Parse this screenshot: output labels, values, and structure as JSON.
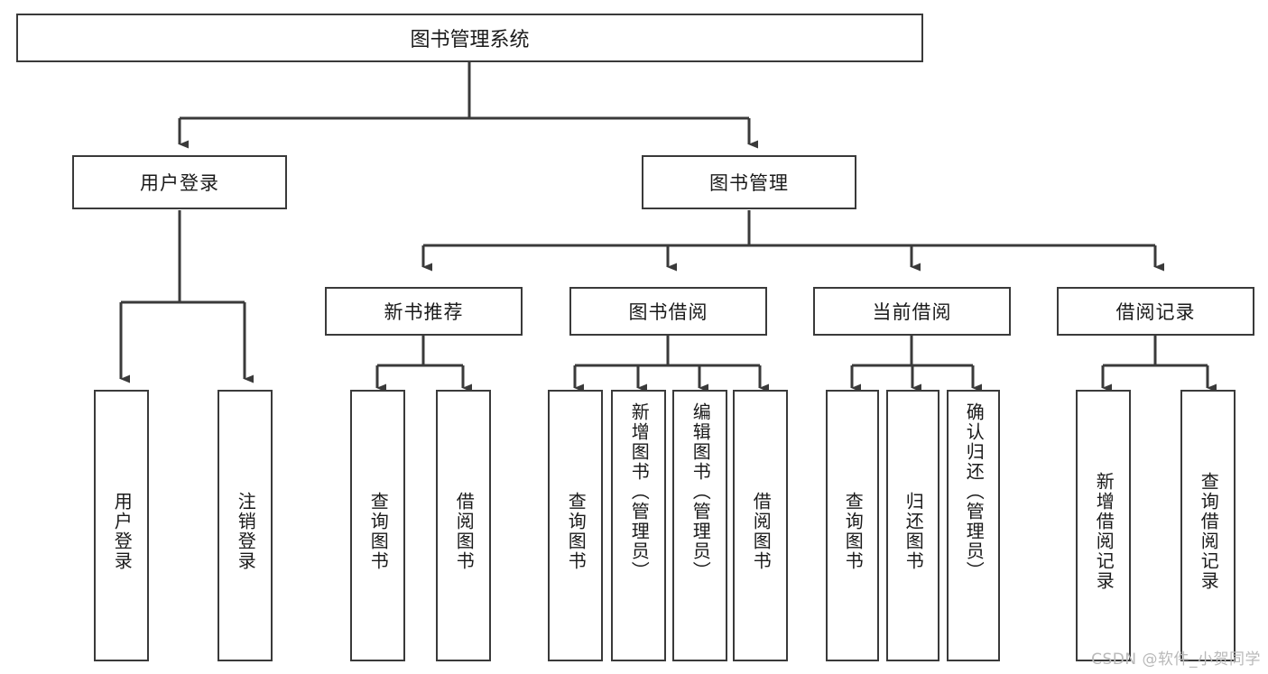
{
  "diagram": {
    "type": "tree",
    "title": "图书管理系统",
    "watermark": "CSDN @软件_小贺同学",
    "colors": {
      "stroke": "#3a3a3a",
      "fill": "#ffffff",
      "text": "#1a1a1a",
      "watermark": "#b9b9b9"
    },
    "nodes": {
      "root": {
        "label": "图书管理系统",
        "level": 0
      },
      "level1": [
        {
          "id": "user-login",
          "label": "用户登录"
        },
        {
          "id": "book-manage",
          "label": "图书管理"
        }
      ],
      "level2": [
        {
          "id": "new-book-recommend",
          "label": "新书推荐",
          "parent": "book-manage"
        },
        {
          "id": "book-borrow",
          "label": "图书借阅",
          "parent": "book-manage"
        },
        {
          "id": "current-borrow",
          "label": "当前借阅",
          "parent": "book-manage"
        },
        {
          "id": "borrow-record",
          "label": "借阅记录",
          "parent": "book-manage"
        }
      ],
      "leaves": [
        {
          "id": "leaf-user-login",
          "label": "用户登录",
          "parent": "user-login"
        },
        {
          "id": "leaf-logout",
          "label": "注销登录",
          "parent": "user-login"
        },
        {
          "id": "leaf-query-book-1",
          "label": "查询图书",
          "parent": "new-book-recommend"
        },
        {
          "id": "leaf-borrow-book-1",
          "label": "借阅图书",
          "parent": "new-book-recommend"
        },
        {
          "id": "leaf-query-book-2",
          "label": "查询图书",
          "parent": "book-borrow"
        },
        {
          "id": "leaf-add-book",
          "label": "新增图书（管理员）",
          "parent": "book-borrow"
        },
        {
          "id": "leaf-edit-book",
          "label": "编辑图书（管理员）",
          "parent": "book-borrow"
        },
        {
          "id": "leaf-borrow-book-2",
          "label": "借阅图书",
          "parent": "book-borrow"
        },
        {
          "id": "leaf-query-book-3",
          "label": "查询图书",
          "parent": "current-borrow"
        },
        {
          "id": "leaf-return-book",
          "label": "归还图书",
          "parent": "current-borrow"
        },
        {
          "id": "leaf-confirm-return",
          "label": "确认归还（管理员）",
          "parent": "current-borrow"
        },
        {
          "id": "leaf-add-record",
          "label": "新增借阅记录",
          "parent": "borrow-record"
        },
        {
          "id": "leaf-query-record",
          "label": "查询借阅记录",
          "parent": "borrow-record"
        }
      ]
    }
  }
}
